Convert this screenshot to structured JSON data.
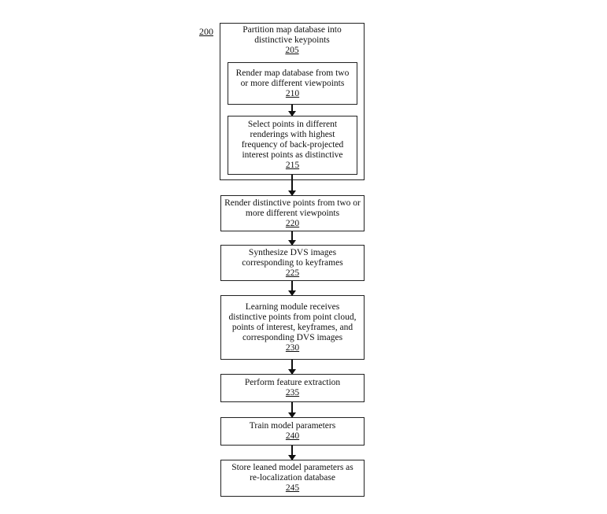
{
  "figure_label": "200",
  "steps": [
    {
      "text": "Partition map database into distinctive keypoints",
      "ref": "205"
    },
    {
      "text": "Render map database from two or more different viewpoints",
      "ref": "210"
    },
    {
      "text": "Select points in different renderings with highest frequency of back-projected interest points as distinctive",
      "ref": "215"
    },
    {
      "text": "Render distinctive points from two or more different viewpoints",
      "ref": "220"
    },
    {
      "text": "Synthesize DVS images corresponding to keyframes",
      "ref": "225"
    },
    {
      "text": "Learning module receives distinctive points from point cloud, points of interest, keyframes, and corresponding DVS images",
      "ref": "230"
    },
    {
      "text": "Perform feature extraction",
      "ref": "235"
    },
    {
      "text": "Train model parameters",
      "ref": "240"
    },
    {
      "text": "Store leaned model parameters as re-localization database",
      "ref": "245"
    }
  ]
}
